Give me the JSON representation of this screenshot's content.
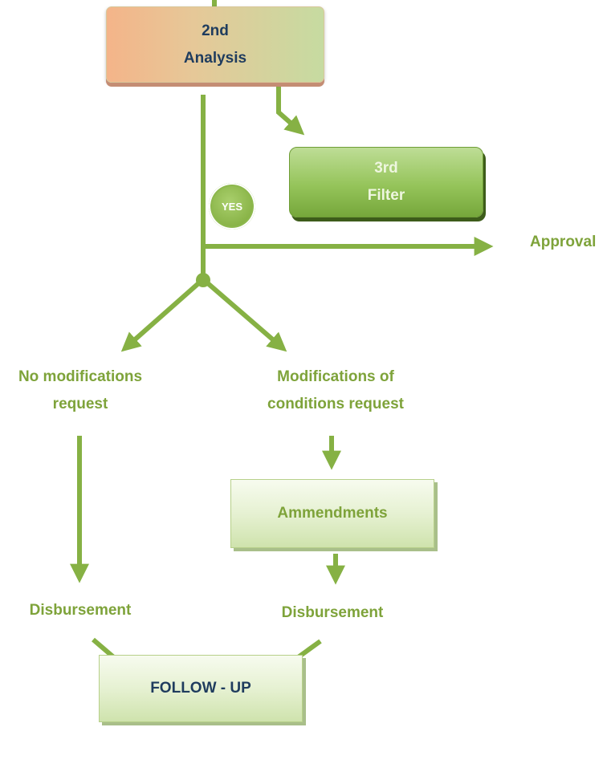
{
  "nodes": {
    "analysis": {
      "line1": "2nd",
      "line2": "Analysis"
    },
    "filter": {
      "line1": "3rd",
      "line2": "Filter"
    },
    "yes": "YES",
    "approval": "Approval",
    "no_mod": {
      "line1": "No modifications",
      "line2": "request"
    },
    "mod": {
      "line1": "Modifications of",
      "line2": "conditions request"
    },
    "ammendments": "Ammendments",
    "disbursement_left": "Disbursement",
    "disbursement_right": "Disbursement",
    "follow_up": "FOLLOW - UP"
  },
  "colors": {
    "connector": "#86b144",
    "label_green": "#7ea33a",
    "dark_text": "#1f3c5e"
  }
}
